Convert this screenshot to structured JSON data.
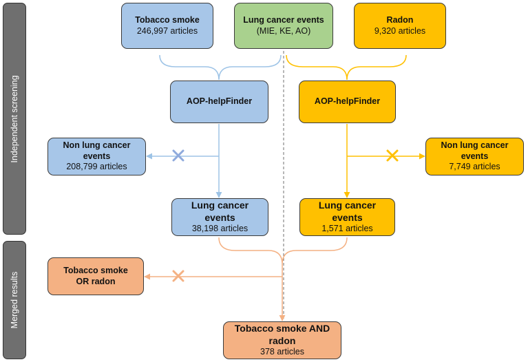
{
  "sidebar": {
    "screening_label": "Independent screening",
    "merged_label": "Merged results"
  },
  "top": {
    "tobacco": {
      "title": "Tobacco smoke",
      "sub": "246,997 articles"
    },
    "events": {
      "title": "Lung cancer events",
      "sub": "(MIE, KE, AO)"
    },
    "radon": {
      "title": "Radon",
      "sub": "9,320 articles"
    }
  },
  "helpfinder": {
    "left": {
      "label": "AOP-helpFinder"
    },
    "right": {
      "label": "AOP-helpFinder"
    }
  },
  "non_lung": {
    "left": {
      "line1": "Non lung cancer",
      "line2": "events",
      "sub": "208,799 articles"
    },
    "right": {
      "line1": "Non lung cancer",
      "line2": "events",
      "sub": "7,749 articles"
    }
  },
  "lung": {
    "left": {
      "line1": "Lung cancer",
      "line2": "events",
      "sub": "38,198 articles"
    },
    "right": {
      "line1": "Lung cancer",
      "line2": "events",
      "sub": "1,571 articles"
    }
  },
  "merged": {
    "or_box": {
      "line1": "Tobacco smoke",
      "line2": "OR radon"
    },
    "and_box": {
      "line1": "Tobacco smoke AND",
      "line2": "radon",
      "sub": "378 articles"
    }
  },
  "colors": {
    "blue_fill": "#a7c6e8",
    "blue_line": "#9dc3e6",
    "green_fill": "#a9d18e",
    "yellow_fill": "#ffc000",
    "yellow_line": "#ffc000",
    "orange_fill": "#f4b183",
    "orange_line": "#f4b183",
    "sidebar_fill": "#6f6f6f"
  },
  "icons": {
    "excluded": "x-mark-icon",
    "flow": "arrow-icon",
    "group": "brace-icon"
  }
}
